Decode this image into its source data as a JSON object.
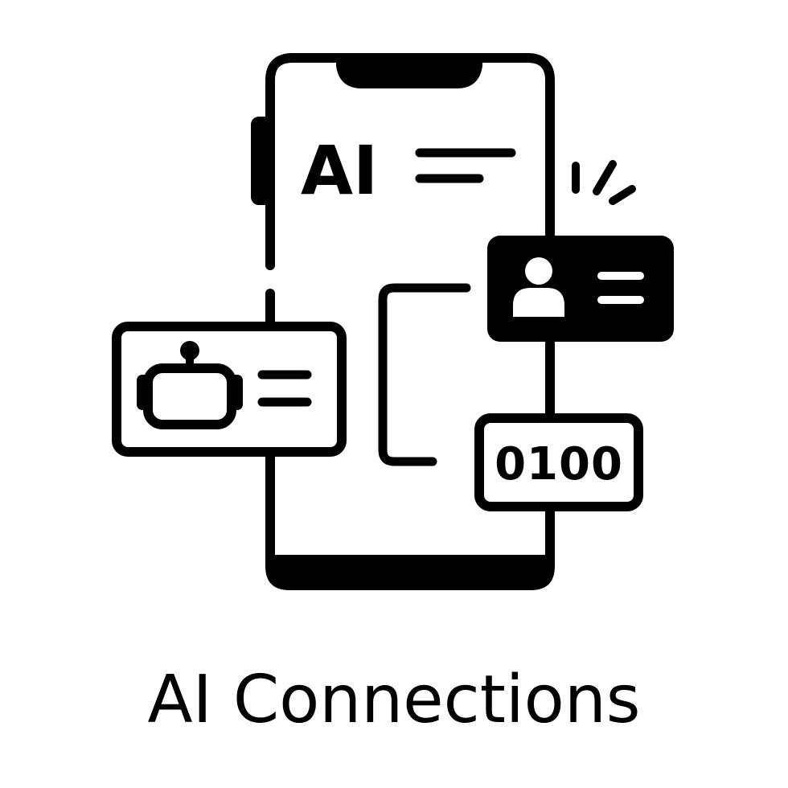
{
  "caption": "AI Connections",
  "phone": {
    "screen_label": "AI"
  },
  "binary_card": {
    "value": "0100"
  },
  "colors": {
    "stroke": "#000000",
    "background": "#ffffff"
  },
  "icons": [
    "smartphone-icon",
    "robot-icon",
    "user-icon",
    "sparkle-icon"
  ]
}
